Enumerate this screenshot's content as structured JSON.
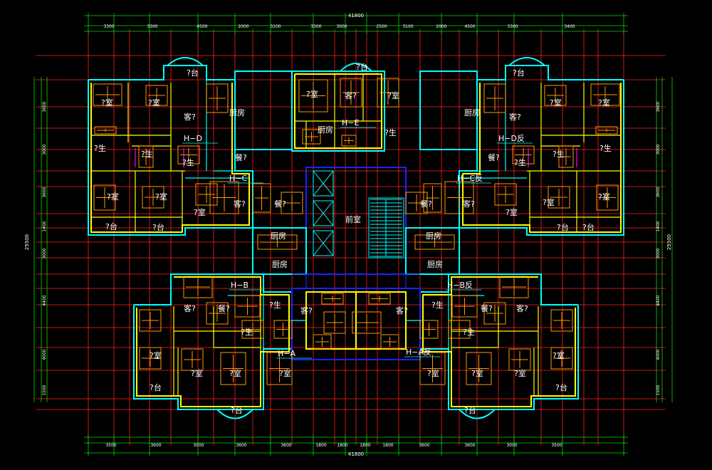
{
  "drawing": {
    "overall_width": "41800",
    "overall_height": "25500",
    "top_dims": [
      "3300",
      "3300",
      "4500",
      "2000",
      "3100",
      "3300",
      "3000",
      "2500",
      "3100",
      "2000",
      "4500",
      "3300",
      "3400"
    ],
    "bottom_dims": [
      "3500",
      "3600",
      "3000",
      "3600",
      "3600",
      "1800",
      "1800",
      "1800",
      "1800",
      "3600",
      "3600",
      "3000",
      "3500"
    ],
    "left_dims": [
      "3600",
      "3000",
      "3600",
      "1400",
      "3000",
      "4400",
      "4000",
      "1500"
    ],
    "right_dims": [
      "3600",
      "3000",
      "3600",
      "1400",
      "3000",
      "4400",
      "4000",
      "1500"
    ],
    "unit_tags": [
      "H−D",
      "H−E",
      "H−D反",
      "H−C",
      "H−C反",
      "H−B",
      "H−B反",
      "H−A",
      "H−A反"
    ],
    "rooms": {
      "bedroom": "?室",
      "living": "客?",
      "dining": "餐?",
      "kitchen": "厨房",
      "bath": "?生",
      "balcony": "?台",
      "lobby": "前室"
    }
  },
  "colors": {
    "background": "#000000",
    "axis": "#ff2020",
    "grid": "#00cc00",
    "wall_cyan": "#00ffff",
    "wall_yellow": "#ffff00",
    "wall_magenta": "#ff00ff",
    "wall_blue": "#2020ff",
    "furniture": "#ff9900",
    "dimension": "#00ff00",
    "text": "#ffffff"
  }
}
